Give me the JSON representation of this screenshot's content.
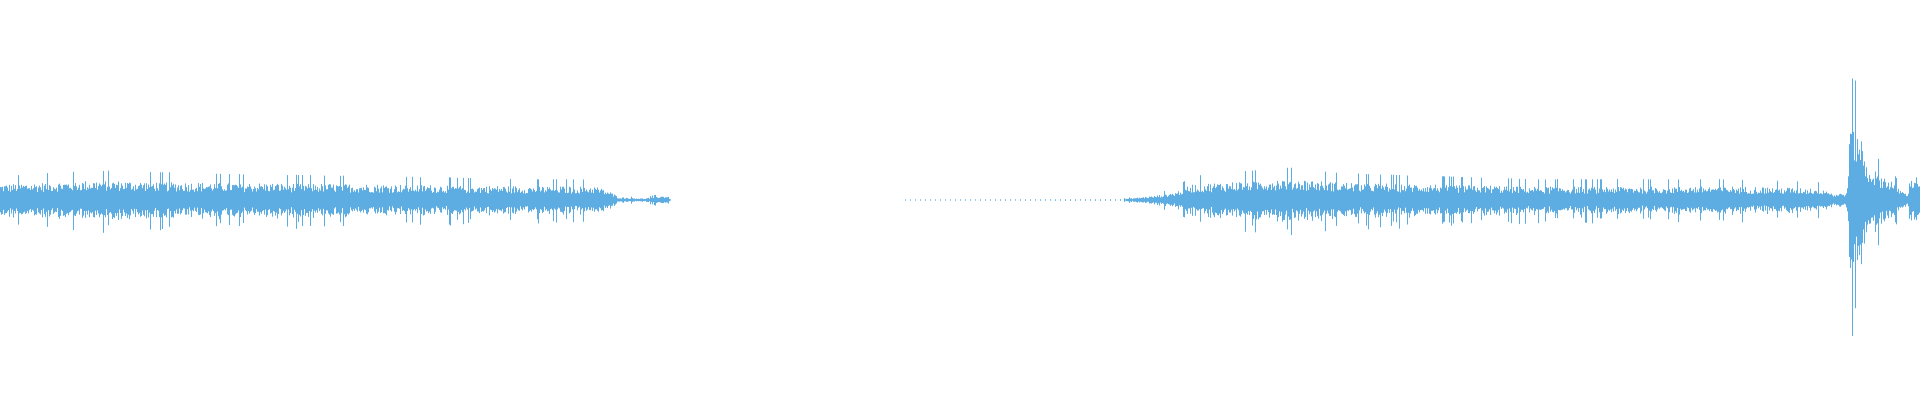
{
  "chart_data": {
    "type": "area",
    "subtype": "audio-waveform",
    "title": "",
    "xlabel": "",
    "ylabel": "",
    "ylim": [
      -1,
      1
    ],
    "grid": false,
    "legend": "none",
    "color": "#5dade2",
    "background": "#ffffff",
    "envelope": [
      [
        0.0,
        0.08
      ],
      [
        0.05,
        0.1
      ],
      [
        0.1,
        0.09
      ],
      [
        0.2,
        0.08
      ],
      [
        0.28,
        0.07
      ],
      [
        0.31,
        0.07
      ],
      [
        0.318,
        0.04
      ],
      [
        0.322,
        0.015
      ],
      [
        0.335,
        0.008
      ],
      [
        0.343,
        0.02
      ],
      [
        0.348,
        0.02
      ],
      [
        0.349,
        0.0
      ],
      [
        0.469,
        0.0
      ],
      [
        0.47,
        0.003
      ],
      [
        0.583,
        0.004
      ],
      [
        0.6,
        0.02
      ],
      [
        0.612,
        0.04
      ],
      [
        0.62,
        0.08
      ],
      [
        0.67,
        0.11
      ],
      [
        0.7,
        0.09
      ],
      [
        0.8,
        0.07
      ],
      [
        0.9,
        0.07
      ],
      [
        0.95,
        0.06
      ],
      [
        0.955,
        0.03
      ],
      [
        0.962,
        0.04
      ],
      [
        0.963,
        0.43
      ],
      [
        0.968,
        0.38
      ],
      [
        0.972,
        0.18
      ],
      [
        0.978,
        0.14
      ],
      [
        0.985,
        0.1
      ],
      [
        0.99,
        0.05
      ],
      [
        0.993,
        0.03
      ],
      [
        0.995,
        0.12
      ],
      [
        1.0,
        0.12
      ]
    ]
  }
}
